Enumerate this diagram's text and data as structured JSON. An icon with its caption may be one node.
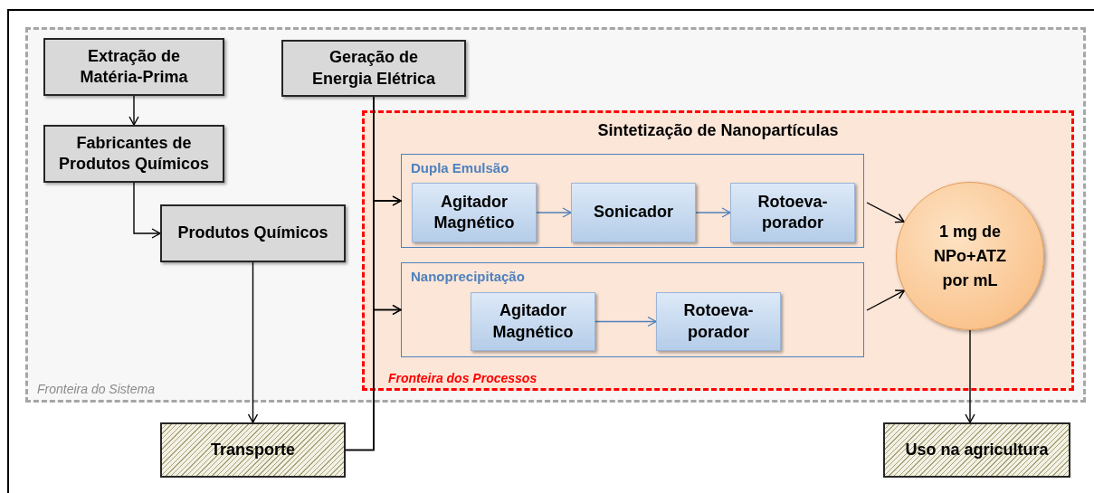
{
  "diagram": {
    "nodes": [
      {
        "text": [
          "Fronteira do Sistema"
        ]
      },
      {
        "text": [
          "Extração de Matéria-Prima"
        ],
        "in": 0
      },
      {
        "text": [
          "Geração de Energia Elétrica"
        ],
        "in": 0
      },
      {
        "text": [
          "Fabricantes de Produtos Químicos"
        ],
        "in": 0
      },
      {
        "text": [
          "Produtos Químicos"
        ],
        "in": 0
      },
      {
        "text": [
          "Sintetização de Nanopartículas",
          "Fronteira dos Processos"
        ],
        "in": 0
      },
      {
        "text": [
          "Dupla Emulsão"
        ],
        "in": 5
      },
      {
        "text": [
          "Agitador Magnético"
        ],
        "in": 6
      },
      {
        "text": [
          "Sonicador"
        ],
        "in": 6
      },
      {
        "text": [
          "Rotoeva-porador"
        ],
        "in": 6
      },
      {
        "text": [
          "Nanoprecipitação"
        ],
        "in": 5
      },
      {
        "text": [
          "Agitador Magnético"
        ],
        "in": 10
      },
      {
        "text": [
          "Rotoeva-porador"
        ],
        "in": 10
      },
      {
        "text": [
          "1 mg de NPo+ATZ por mL"
        ],
        "in": 5
      },
      {
        "text": [
          "Transporte"
        ]
      },
      {
        "text": [
          "Uso na agricultura"
        ]
      }
    ],
    "edges": [
      {
        "from": 1,
        "to": 3,
        "arrow": "to"
      },
      {
        "from": 3,
        "to": 4,
        "arrow": "to"
      },
      {
        "from": 4,
        "to": 14,
        "arrow": "to"
      },
      {
        "from": 2,
        "to": 6,
        "arrow": "to"
      },
      {
        "from": 2,
        "to": 10,
        "arrow": "to"
      },
      {
        "from": 14,
        "to": 6,
        "arrow": "to"
      },
      {
        "from": 14,
        "to": 10,
        "arrow": "to"
      },
      {
        "from": 7,
        "to": 8,
        "arrow": "to",
        "color": "#4f81bd"
      },
      {
        "from": 8,
        "to": 9,
        "arrow": "to",
        "color": "#4f81bd"
      },
      {
        "from": 11,
        "to": 12,
        "arrow": "to",
        "color": "#4f81bd"
      },
      {
        "from": 6,
        "to": 13,
        "arrow": "to"
      },
      {
        "from": 10,
        "to": 13,
        "arrow": "to"
      },
      {
        "from": 13,
        "to": 15,
        "arrow": "to"
      }
    ]
  }
}
